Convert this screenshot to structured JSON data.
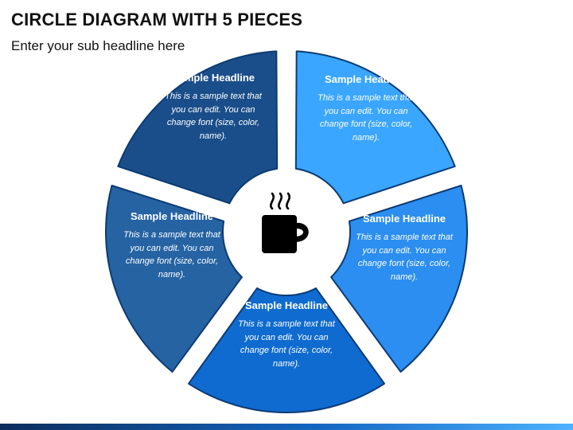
{
  "title": "CIRCLE DIAGRAM WITH 5 PIECES",
  "subtitle": "Enter your sub headline here",
  "center_icon": "coffee-cup-icon",
  "stroke_color": "#0d3a73",
  "pieces": [
    {
      "headline": "Sample Headline",
      "body": "This is a sample text that you can edit. You can change font (size, color, name).",
      "color": "#1a4e8a"
    },
    {
      "headline": "Sample Headline",
      "body": "This is a sample text that you can edit. You can change font (size, color, name).",
      "color": "#3aa6ff"
    },
    {
      "headline": "Sample Headline",
      "body": "This is a sample text that you can edit. You can change font (size, color, name).",
      "color": "#2b8ef0"
    },
    {
      "headline": "Sample Headline",
      "body": "This is a sample text that you can edit. You can change font (size, color, name).",
      "color": "#0f6bd0"
    },
    {
      "headline": "Sample Headline",
      "body": "This is a sample text that you can edit. You can change font (size, color, name).",
      "color": "#2563a3"
    }
  ]
}
